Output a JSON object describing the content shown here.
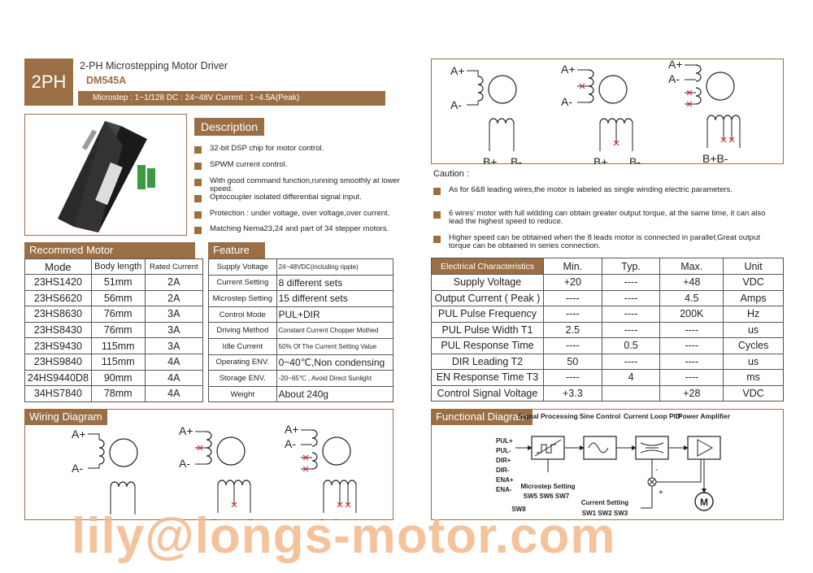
{
  "badge": "2PH",
  "header": {
    "title": "2-PH Microstepping Motor Driver",
    "model": "DM545A",
    "spec": "Microstep : 1~1/128  DC : 24~48V Current : 1~4.5A(Peak)"
  },
  "description": {
    "heading": "Description",
    "items": [
      "32-bit DSP chip for motor control.",
      "SPWM current control.",
      "With good command function,running smoothly at lower speed.",
      "Optocoupler isolated differential signal input.",
      "Protection : under voltage, over voltage,over current.",
      "Matching Nema23,24 and part of 34 stepper motors."
    ]
  },
  "motor": {
    "heading": "Recommed Motor",
    "headers": [
      "Mode",
      "Body length",
      "Rated Current"
    ],
    "rows": [
      [
        "23HS1420",
        "51mm",
        "2A"
      ],
      [
        "23HS6620",
        "56mm",
        "2A"
      ],
      [
        "23HS8630",
        "76mm",
        "3A"
      ],
      [
        "23HS8430",
        "76mm",
        "3A"
      ],
      [
        "23HS9430",
        "115mm",
        "3A"
      ],
      [
        "23HS9840",
        "115mm",
        "4A"
      ],
      [
        "24HS9440D8",
        "90mm",
        "4A"
      ],
      [
        "34HS7840",
        "78mm",
        "4A"
      ]
    ]
  },
  "feature": {
    "heading": "Feature",
    "rows": [
      [
        "Supply Voltage",
        "24~48VDC(including ripple)"
      ],
      [
        "Current Setting",
        "8 different sets"
      ],
      [
        "Microstep Setting",
        "15 different sets"
      ],
      [
        "Control Mode",
        "PUL+DIR"
      ],
      [
        "Driving Method",
        "Constant Current  Chopper Mothed"
      ],
      [
        "Idle Current",
        "50% Of The Current Setting Value"
      ],
      [
        "Operating ENV.",
        "0~40℃,Non condensing"
      ],
      [
        "Storage ENV.",
        "-20~65℃ , Avoid Direct Sunlight"
      ],
      [
        "Weight",
        "About 240g"
      ]
    ]
  },
  "wiring": {
    "heading": "Wiring Diagram"
  },
  "caution": {
    "heading": "Caution :",
    "items": [
      "As for 6&8 leading wires,the motor is labeled as single winding electric parameters.",
      "6 wires' motor with full widding can obtain greater output torque, at the same time, it can also lead the highest speed to reduce.",
      "Higher speed can be obtained when the 8 leads motor is connected in parallel;Great output torque can be obtained in series connection."
    ]
  },
  "electrical": {
    "headers": [
      "Electrical Characteristics",
      "Min.",
      "Typ.",
      "Max.",
      "Unit"
    ],
    "rows": [
      [
        "Supply Voltage",
        "+20",
        "----",
        "+48",
        "VDC"
      ],
      [
        "Output Current ( Peak )",
        "----",
        "----",
        "4.5",
        "Amps"
      ],
      [
        "PUL Pulse Frequency",
        "----",
        "----",
        "200K",
        "Hz"
      ],
      [
        "PUL Pulse Width T1",
        "2.5",
        "----",
        "----",
        "us"
      ],
      [
        "PUL Response Time",
        "----",
        "0.5",
        "----",
        "Cycles"
      ],
      [
        "DIR Leading T2",
        "50",
        "----",
        "----",
        "us"
      ],
      [
        "EN Response Time T3",
        "----",
        "4",
        "----",
        "ms"
      ],
      [
        "Control Signal Voltage",
        "+3.3",
        "",
        "+28",
        "VDC"
      ]
    ]
  },
  "functional": {
    "heading": "Functional Diagram",
    "blocks": [
      "Signal Processing",
      "Sine Control",
      "Current Loop  PID",
      "Power Amplifier"
    ],
    "inputs": [
      "PUL+",
      "PUL-",
      "DIR+",
      "DIR-",
      "ENA+",
      "ENA-"
    ],
    "microstep": "Microstep Setting",
    "sw_micro": "SW5 SW6 SW7",
    "sw8": "SW8",
    "current": "Current Setting",
    "sw_current": "SW1 SW2 SW3",
    "motor": "M",
    "minus": "-",
    "plus": "+"
  },
  "wire_labels": {
    "ap": "A+",
    "am": "A-",
    "bp": "B+",
    "bm": "B-",
    "bpm": "B+B-"
  },
  "watermark": "lily@longs-motor.com",
  "colors": {
    "accent": "#9b6f45",
    "watermark": "#f3b98a"
  }
}
